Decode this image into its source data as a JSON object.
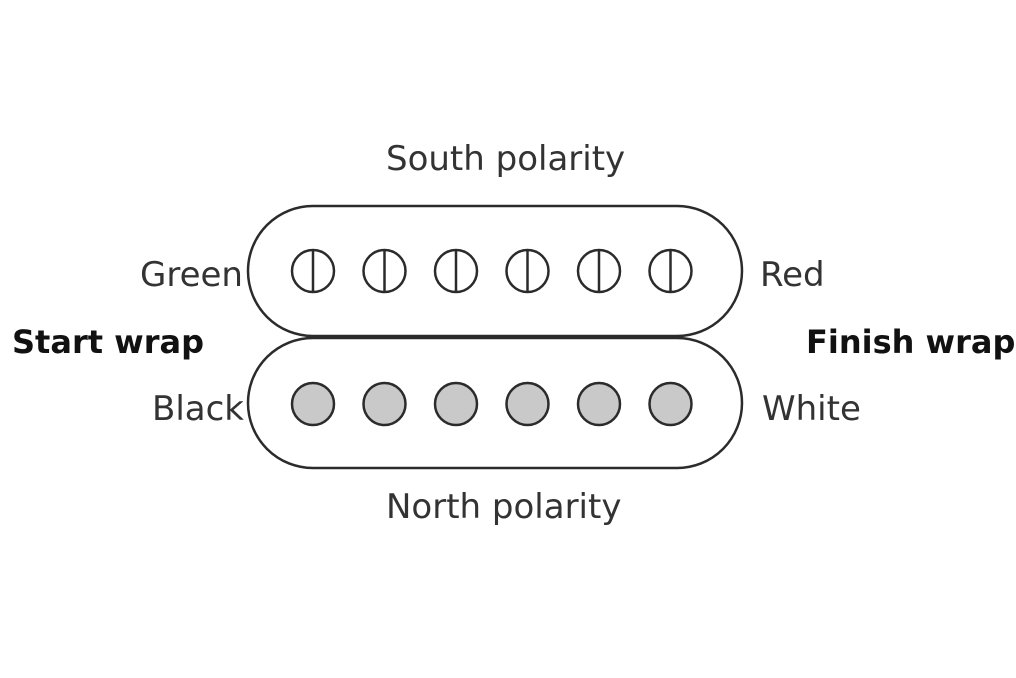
{
  "labels": {
    "top": "South polarity",
    "bottom": "North polarity",
    "top_left": "Green",
    "top_right": "Red",
    "bottom_left": "Black",
    "bottom_right": "White",
    "start": "Start wrap",
    "finish": "Finish wrap"
  },
  "top_coil": {
    "pole_count": 6,
    "pole_style": "split"
  },
  "bottom_coil": {
    "pole_count": 6,
    "pole_style": "filled"
  },
  "colors": {
    "outline": "#2b2b2b",
    "pole_fill": "#c9c9c9",
    "text": "#333333"
  }
}
